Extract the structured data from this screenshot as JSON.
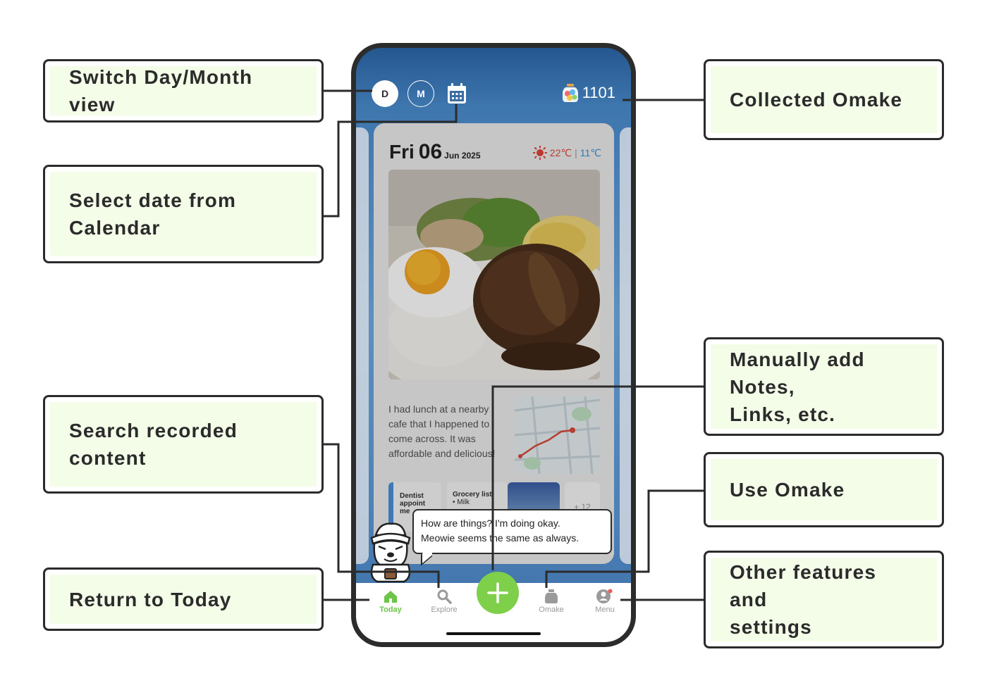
{
  "callouts": {
    "switch_view": "Switch Day/Month view",
    "select_date": "Select date from\nCalendar",
    "search": "Search recorded\ncontent",
    "return_today": "Return to Today",
    "collected_omake": "Collected Omake",
    "manual_add": "Manually add Notes,\nLinks, etc.",
    "use_omake": "Use Omake",
    "other_features": "Other features and\nsettings"
  },
  "header": {
    "day_button": "D",
    "month_button": "M",
    "calendar_icon": "calendar-icon",
    "omake_count": "1101"
  },
  "entry": {
    "day_of_week": "Fri",
    "day": "06",
    "month_year": "Jun 2025",
    "weather_icon": "sun-icon",
    "temp_high": "22℃",
    "temp_separator": "|",
    "temp_low": "11℃",
    "note": "I had lunch at a nearby cafe that I happened to come across. It was affordable and delicious!",
    "mini_cards": {
      "dentist": "Dentist appoint me",
      "grocery_title": "Grocery list",
      "grocery_item": "• Milk",
      "more": "+ 12"
    }
  },
  "bubble": {
    "line1": "How are things? I'm doing okay.",
    "line2": "Meowie seems the same as always."
  },
  "tabbar": {
    "today": "Today",
    "explore": "Explore",
    "omake": "Omake",
    "menu": "Menu",
    "add_icon": "plus-icon"
  },
  "colors": {
    "accent_green": "#7ed04b",
    "callout_bg": "#f3fde8",
    "temp_high": "#e0453a",
    "temp_low": "#3a8fd6"
  }
}
